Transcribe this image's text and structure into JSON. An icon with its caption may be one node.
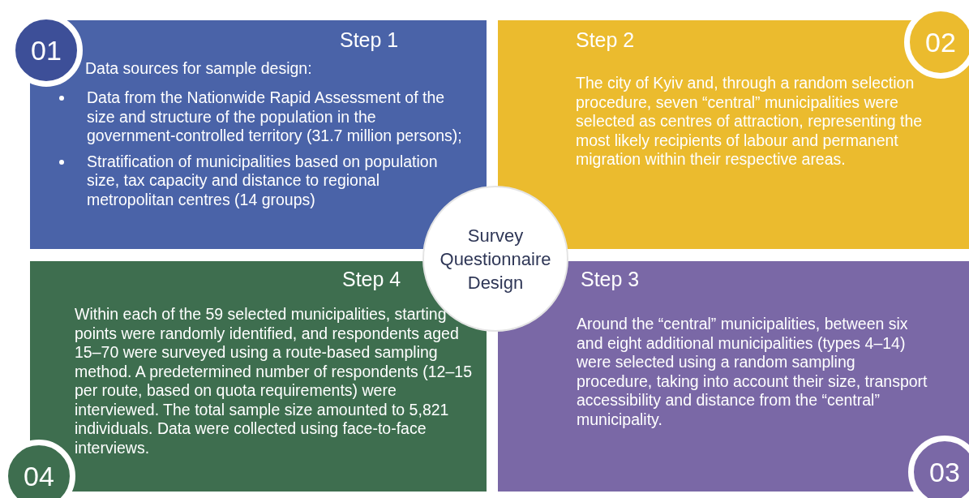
{
  "diagram": {
    "nodes": [
      {
        "text": [
          "Step 1",
          "Data sources for sample design:",
          "Data from the Nationwide Rapid Assessment of the size and structure of the population in the government-controlled territory (31.7 million persons);",
          "Stratification of municipalities based on population size, tax capacity and distance to regional metropolitan centres (14 groups)"
        ]
      },
      {
        "text": [
          "01"
        ]
      },
      {
        "text": [
          "Step 2",
          "The city of Kyiv and, through a random selection procedure, seven “central” municipalities were selected as centres of attraction, representing the most likely recipients of labour and permanent migration within their respective areas."
        ]
      },
      {
        "text": [
          "02"
        ]
      },
      {
        "text": [
          "Survey Questionnaire Design"
        ]
      },
      {
        "text": [
          "Step 4",
          "Within each of the 59 selected municipalities, starting points were randomly identified, and respondents aged 15–70 were surveyed using a route-based sampling method. A predetermined number of respondents (12–15 per route, based on quota requirements) were interviewed. The total sample size amounted to 5,821 individuals. Data were collected using face-to-face interviews."
        ]
      },
      {
        "text": [
          "Step 3",
          "Around the “central” municipalities, between six and eight additional municipalities (types 4–14) were selected using a random sampling procedure, taking into account their size, transport accessibility and distance from the “central” municipality."
        ]
      },
      {
        "text": [
          "04"
        ]
      },
      {
        "text": [
          "03"
        ]
      }
    ]
  }
}
